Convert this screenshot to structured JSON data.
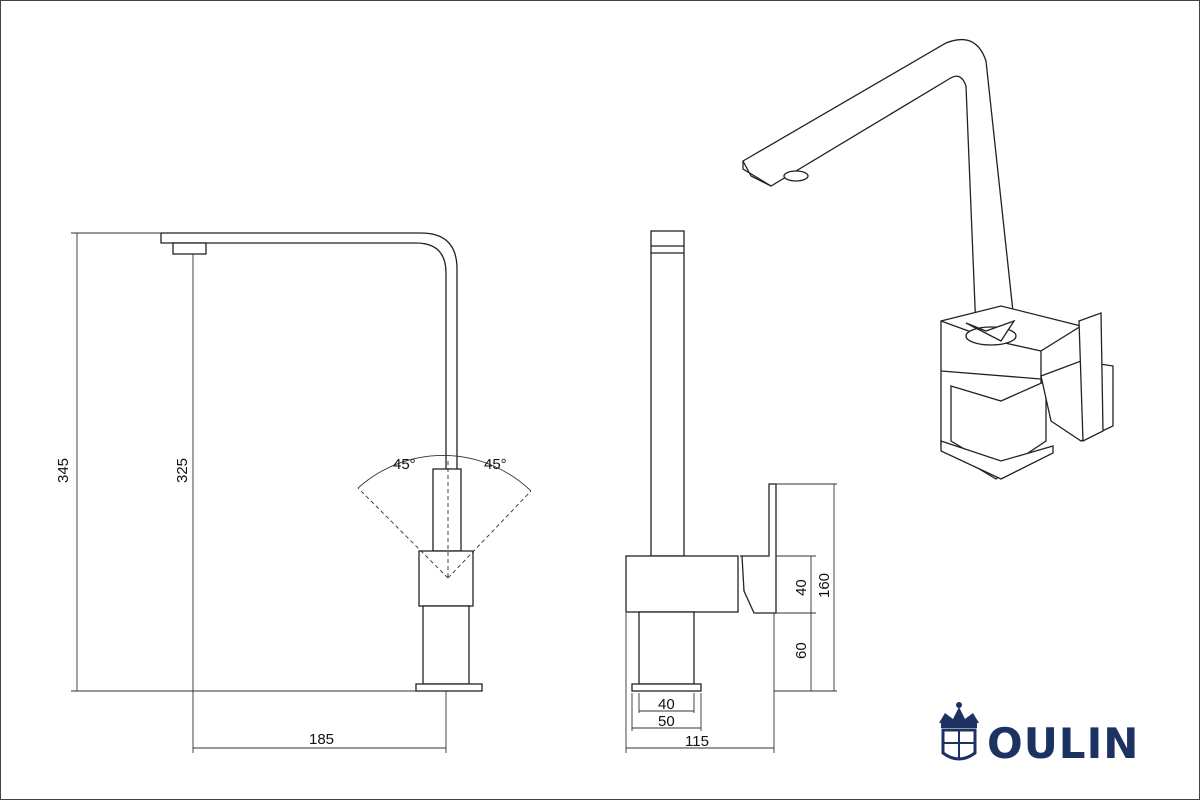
{
  "front_view": {
    "height_total": "345",
    "height_outlet": "325",
    "reach": "185",
    "angle_left": "45°",
    "angle_right": "45°"
  },
  "side_view": {
    "handle_height": "160",
    "handle_block": "40",
    "lower_body": "60",
    "inner_base": "40",
    "base_width": "50",
    "depth": "115"
  },
  "brand": {
    "name": "OULIN",
    "color": "#1c3263"
  }
}
